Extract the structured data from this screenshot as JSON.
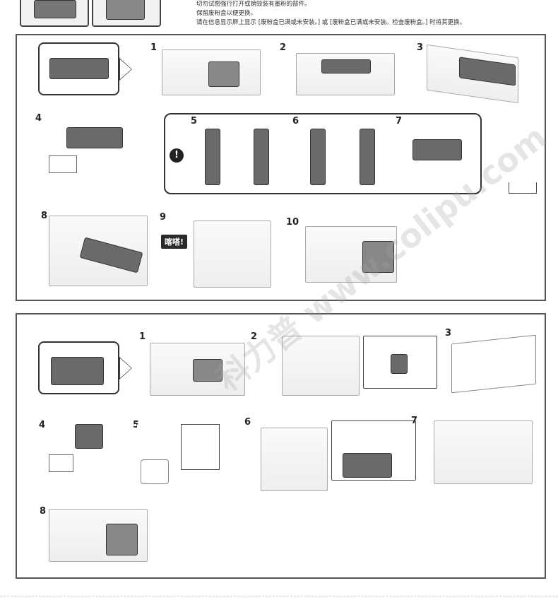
{
  "header": {
    "lines": [
      "切勿试图强行打开或销毁装有墨粉的部件。",
      "保留废粉盒以便更换。",
      "请在信息显示屏上显示 [废粉盒已满或未安装。] 或 [废粉盒已满或未安装。检查废粉盒。] 时将其更换。"
    ]
  },
  "toner_panel": {
    "steps": [
      "1",
      "2",
      "3",
      "4",
      "5",
      "6",
      "7",
      "8",
      "9",
      "10"
    ],
    "click_label": "喀嗒!",
    "warning_icon": "exclamation-icon"
  },
  "waste_panel": {
    "steps": [
      "1",
      "2",
      "3",
      "4",
      "5",
      "6",
      "7",
      "8"
    ]
  },
  "watermark": {
    "brand": "科力普",
    "url": "www.colipu.com"
  }
}
